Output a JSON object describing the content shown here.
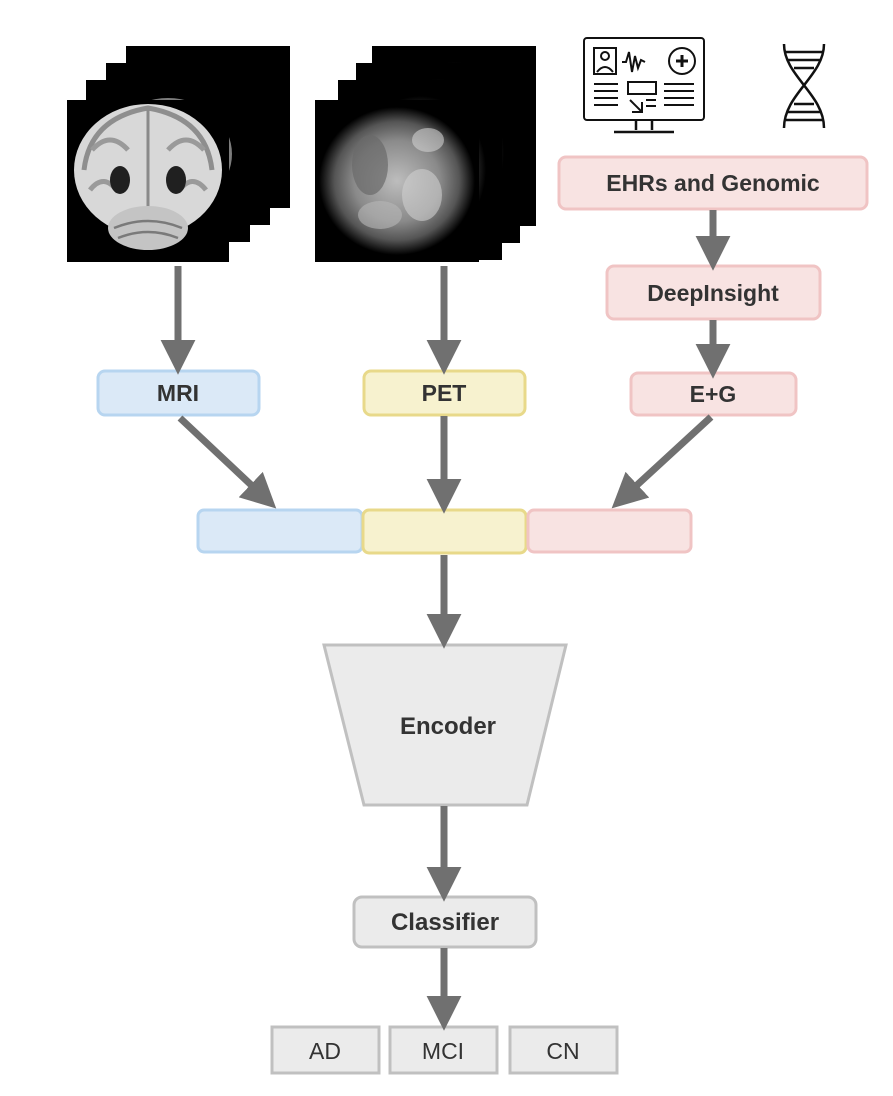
{
  "diagram": {
    "modalities": {
      "mri": {
        "label": "MRI"
      },
      "pet": {
        "label": "PET"
      },
      "eg": {
        "label": "E+G"
      }
    },
    "ehr_source": {
      "label": "EHRs and Genomic"
    },
    "deepinsight": {
      "label": "DeepInsight"
    },
    "encoder": {
      "label": "Encoder"
    },
    "classifier": {
      "label": "Classifier"
    },
    "outputs": [
      {
        "label": "AD"
      },
      {
        "label": "MCI"
      },
      {
        "label": "CN"
      }
    ]
  },
  "colors": {
    "mri_fill": "#dbe9f7",
    "mri_stroke": "#b7d5f0",
    "pet_fill": "#f7f2cf",
    "pet_stroke": "#e8d98a",
    "eg_fill": "#f8e3e2",
    "eg_stroke": "#f0c4c4",
    "gray_fill": "#ebebeb",
    "gray_stroke": "#c0c0c0",
    "arrow": "#707070",
    "text": "#333333"
  },
  "icons": [
    "mri-brain-scan-stack",
    "pet-scan-stack",
    "ehr-monitor-icon",
    "dna-icon"
  ]
}
